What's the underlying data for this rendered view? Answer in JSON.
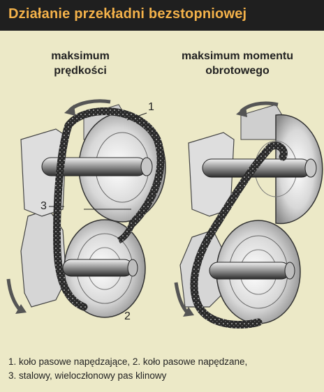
{
  "header": {
    "title": "Działanie przekładni bezstopniowej"
  },
  "panels": [
    {
      "title_line1": "maksimum",
      "title_line2": "prędkości"
    },
    {
      "title_line1": "maksimum momentu",
      "title_line2": "obrotowego"
    }
  ],
  "callouts": {
    "c1": "1",
    "c2": "2",
    "c3": "3"
  },
  "caption": {
    "line1": "1. koło pasowe napędzające, 2. koło pasowe napędzane,",
    "line2": "3. stalowy, wieloczłonowy pas klinowy"
  },
  "colors": {
    "header_bg": "#1f1f1f",
    "header_text": "#f4b24a",
    "page_bg": "#ece9c7"
  }
}
